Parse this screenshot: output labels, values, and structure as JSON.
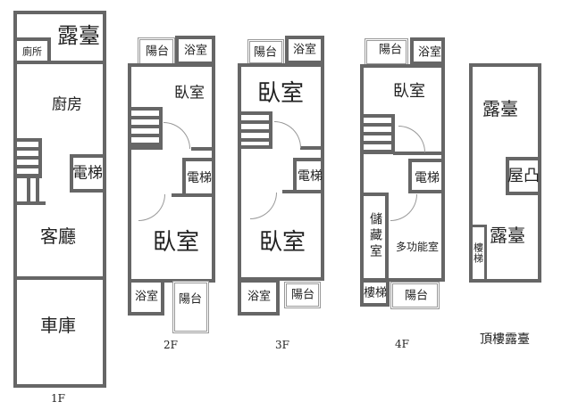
{
  "floors": {
    "f1": {
      "label": "1F",
      "terrace": "露臺",
      "toilet": "廁所",
      "kitchen": "廚房",
      "elevator": "電梯",
      "living": "客廳",
      "garage": "車庫"
    },
    "f2": {
      "label": "2F",
      "balcony_top": "陽台",
      "bath_top": "浴室",
      "bedroom_top": "臥室",
      "elevator": "電梯",
      "bedroom_bottom": "臥室",
      "bath_bottom": "浴室",
      "balcony_bottom": "陽台"
    },
    "f3": {
      "label": "3F",
      "balcony_top": "陽台",
      "bath_top": "浴室",
      "bedroom_top": "臥室",
      "elevator": "電梯",
      "bedroom_bottom": "臥室",
      "bath_bottom": "浴室",
      "balcony_bottom": "陽台"
    },
    "f4": {
      "label": "4F",
      "balcony_top": "陽台",
      "bath_top": "浴室",
      "bedroom": "臥室",
      "elevator": "電梯",
      "storage": "儲藏室",
      "multi": "多功能室",
      "stairs": "樓梯",
      "balcony_bottom": "陽台"
    },
    "roof": {
      "label": "頂樓露臺",
      "terrace_top": "露臺",
      "roof_box": "屋凸",
      "terrace_bottom": "露臺",
      "stairs": "樓梯"
    }
  }
}
